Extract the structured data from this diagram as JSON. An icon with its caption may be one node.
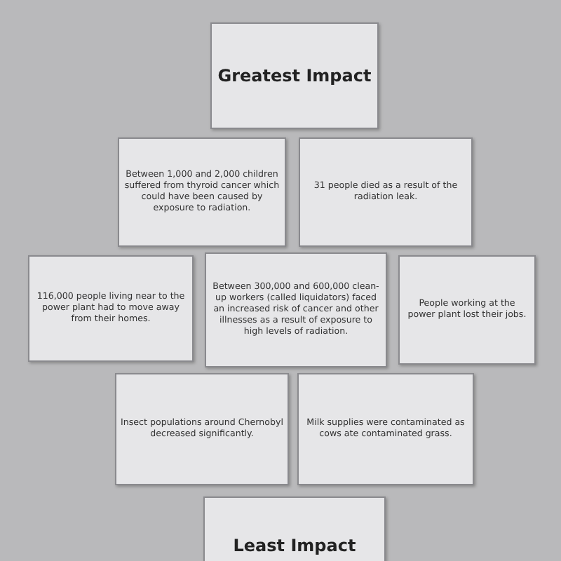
{
  "diagram": {
    "nodes": [
      {
        "text": [
          "Greatest Impact"
        ]
      },
      {
        "text": [
          "Between 1,000 and 2,000 children suffered from thyroid cancer which could have been caused by exposure to radiation."
        ]
      },
      {
        "text": [
          "31 people died as a result of the radiation leak."
        ]
      },
      {
        "text": [
          "116,000 people living near to the power plant had to move away from their homes."
        ]
      },
      {
        "text": [
          "Between 300,000 and 600,000 clean-up workers (called liquidators) faced an increased risk of cancer and other illnesses as a result of exposure to high levels of radiation."
        ]
      },
      {
        "text": [
          "People working at the power plant lost their jobs."
        ]
      },
      {
        "text": [
          "Insect populations around Chernobyl decreased significantly."
        ]
      },
      {
        "text": [
          "Milk supplies were contaminated as cows ate contaminated grass."
        ]
      },
      {
        "text": [
          "Least Impact"
        ]
      }
    ]
  }
}
